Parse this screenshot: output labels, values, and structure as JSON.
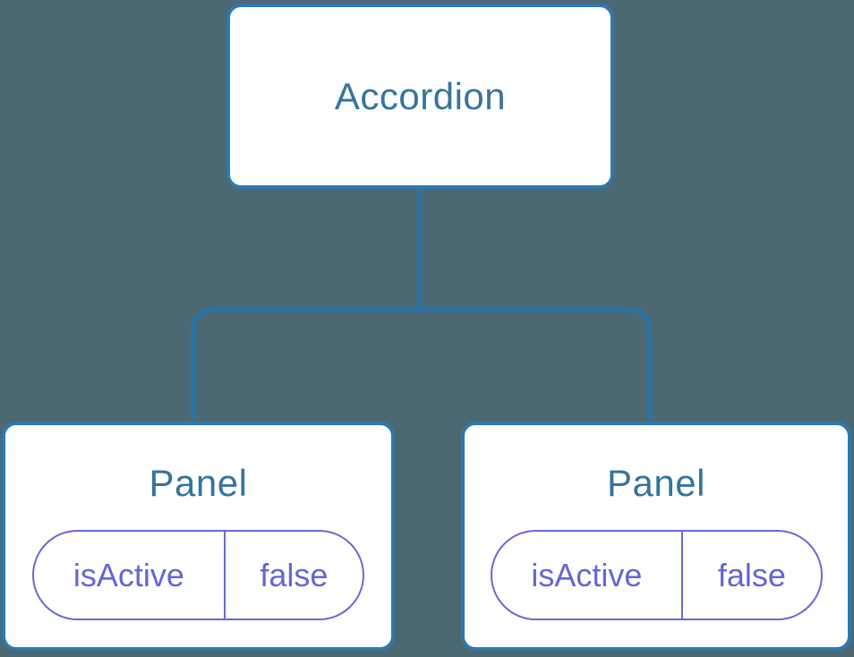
{
  "diagram": {
    "description": "Component tree: Accordion parent with two Panel children, each holding isActive state",
    "colors": {
      "background": "#4C6973",
      "node_fill": "#FFFFFF",
      "node_border": "#2E78AE",
      "connector": "#2874A8",
      "title_text": "#35749E",
      "state_accent": "#6565D4"
    },
    "tree": {
      "root": {
        "label": "Accordion"
      },
      "children": [
        {
          "label": "Panel",
          "state": {
            "key": "isActive",
            "value": "false"
          }
        },
        {
          "label": "Panel",
          "state": {
            "key": "isActive",
            "value": "false"
          }
        }
      ]
    }
  }
}
